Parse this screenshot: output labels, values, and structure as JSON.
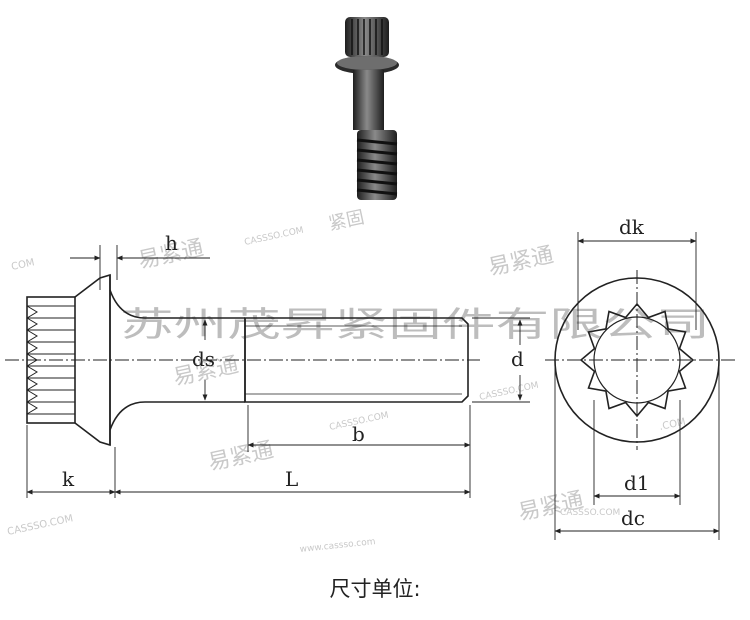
{
  "diagram": {
    "labels": {
      "h": "h",
      "ds": "ds",
      "d": "d",
      "b": "b",
      "k": "k",
      "L": "L",
      "dk": "dk",
      "d1": "d1",
      "dc": "dc"
    },
    "watermark": {
      "company": "苏州茂昇紧固件有限公司",
      "site": "CASSSO.COM"
    }
  },
  "caption": "尺寸单位:",
  "colors": {
    "line": "#222222",
    "watermark": "#c9c9c9",
    "bolt_photo": "#3a3a3a"
  }
}
